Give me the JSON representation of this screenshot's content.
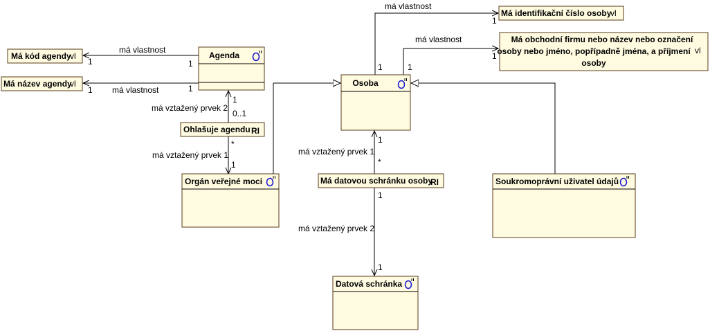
{
  "classes": {
    "agenda": "Agenda",
    "osoba": "Osoba",
    "organ": "Orgán veřejné moci",
    "soukromopravni": "Soukromoprávní uživatel údajů",
    "datova_schranka": "Datová schránka"
  },
  "attributes": {
    "kod_agendy": "Má kód agendy",
    "nazev_agendy": "Má název agendy",
    "identifikacni_cislo": "Má identifikační číslo osoby",
    "obchodni_firma_lines": [
      "Má obchodní firmu nebo název nebo označení",
      "osoby nebo jméno, popřípadně jména, a příjmení",
      "osoby"
    ]
  },
  "relations": {
    "ohlasuje_agendu": "Ohlašuje agendu",
    "ma_datovou_schranku": "Má datovou schránku osoby"
  },
  "stereotypes": {
    "class": "O",
    "attribute": "vl",
    "relation": "RI"
  },
  "labels": {
    "ma_vlastnost": "má vlastnost",
    "vztazeny_prvek_1": "má vztažený prvek 1",
    "vztazeny_prvek_2": "má vztažený prvek 2"
  },
  "multiplicities": {
    "one": "1",
    "zero_one": "0..1",
    "many": "*"
  }
}
